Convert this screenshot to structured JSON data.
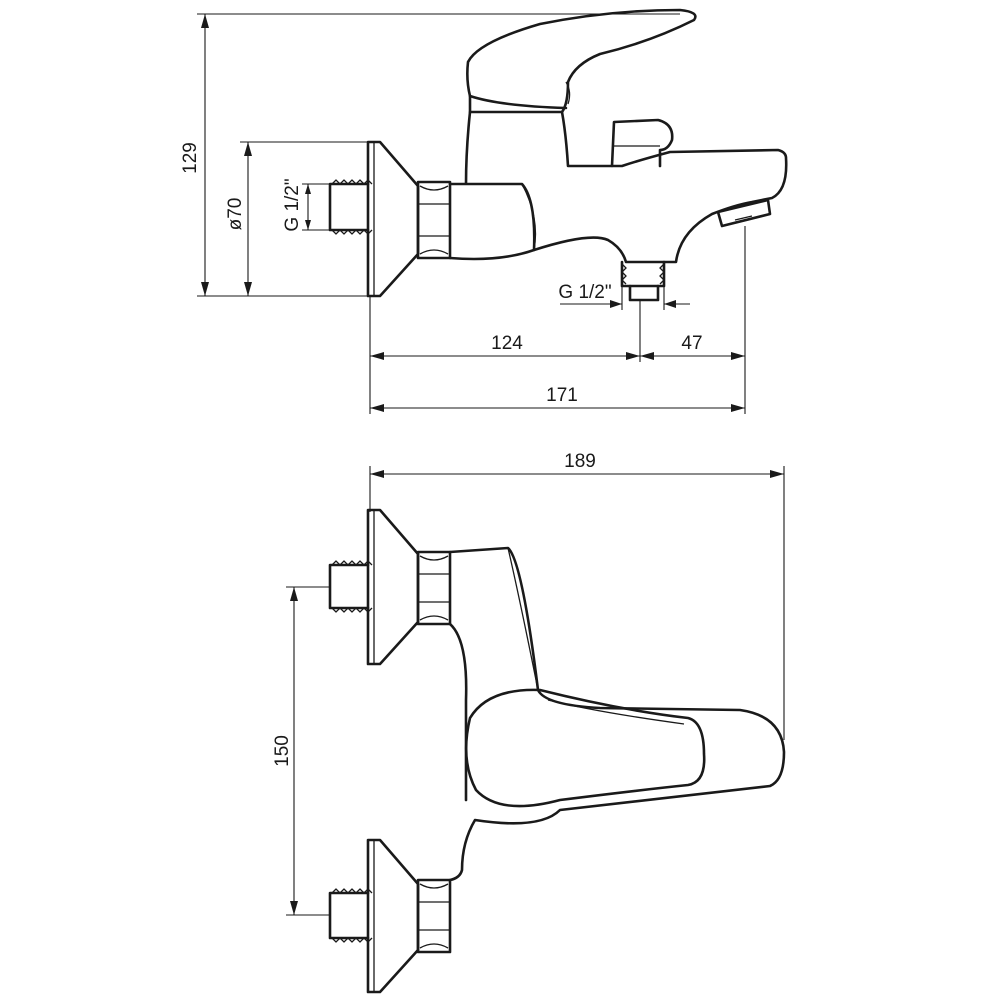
{
  "dimensions": {
    "height": "129",
    "diameter": "ø70",
    "thread_inlet": "G 1/2\"",
    "thread_outlet": "G 1/2\"",
    "depth_to_outlet": "124",
    "outlet_to_spout": "47",
    "total_depth": "171",
    "total_width": "189",
    "inlet_spacing": "150"
  }
}
